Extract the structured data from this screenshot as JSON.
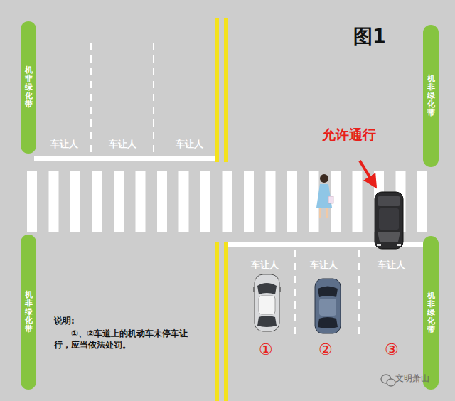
{
  "diagram": {
    "title": "图1",
    "nodes": [
      {
        "text": [
          "机非绿化带"
        ]
      },
      {
        "text": [
          "机非绿化带"
        ]
      },
      {
        "text": [
          "机非绿化带"
        ]
      },
      {
        "text": [
          "机非绿化带"
        ]
      }
    ],
    "edges": [],
    "labels": [
      "车让人",
      "车让人",
      "车让人",
      "允许通行",
      "车让人",
      "车让人",
      "车让人",
      "①",
      "②",
      "③",
      "说明:",
      "①、②车道上的机动车未停车让行，应当依法处罚。",
      "文明萧山"
    ]
  }
}
